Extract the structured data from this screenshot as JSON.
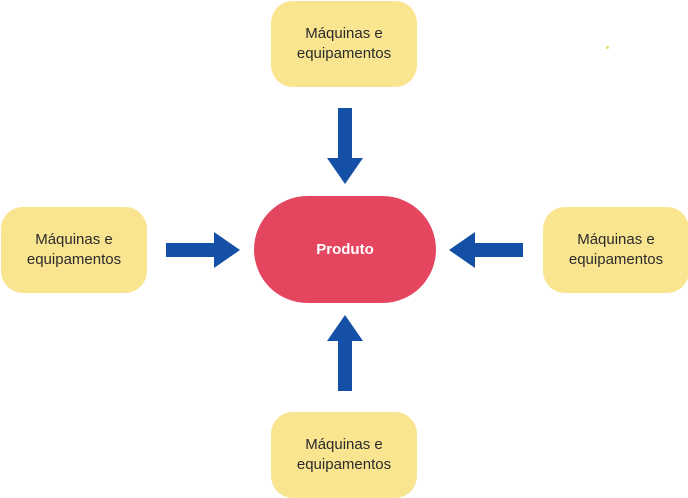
{
  "diagram": {
    "center": {
      "label": "Produto"
    },
    "nodes": [
      {
        "id": "top",
        "label": "Máquinas e\nequipamentos"
      },
      {
        "id": "left",
        "label": "Máquinas e\nequipamentos"
      },
      {
        "id": "right",
        "label": "Máquinas e\nequipamentos"
      },
      {
        "id": "bottom",
        "label": "Máquinas e\nequipamentos"
      }
    ],
    "edges": [
      {
        "from": "top",
        "to": "center",
        "direction": "down"
      },
      {
        "from": "left",
        "to": "center",
        "direction": "right"
      },
      {
        "from": "right",
        "to": "center",
        "direction": "left"
      },
      {
        "from": "bottom",
        "to": "center",
        "direction": "up"
      }
    ]
  },
  "colors": {
    "node_fill": "#f9e48f",
    "node_text": "#2b2b2b",
    "center_fill": "#e44660",
    "center_text": "#ffffff",
    "arrow": "#1450a6",
    "dot": "#e8d87a"
  }
}
